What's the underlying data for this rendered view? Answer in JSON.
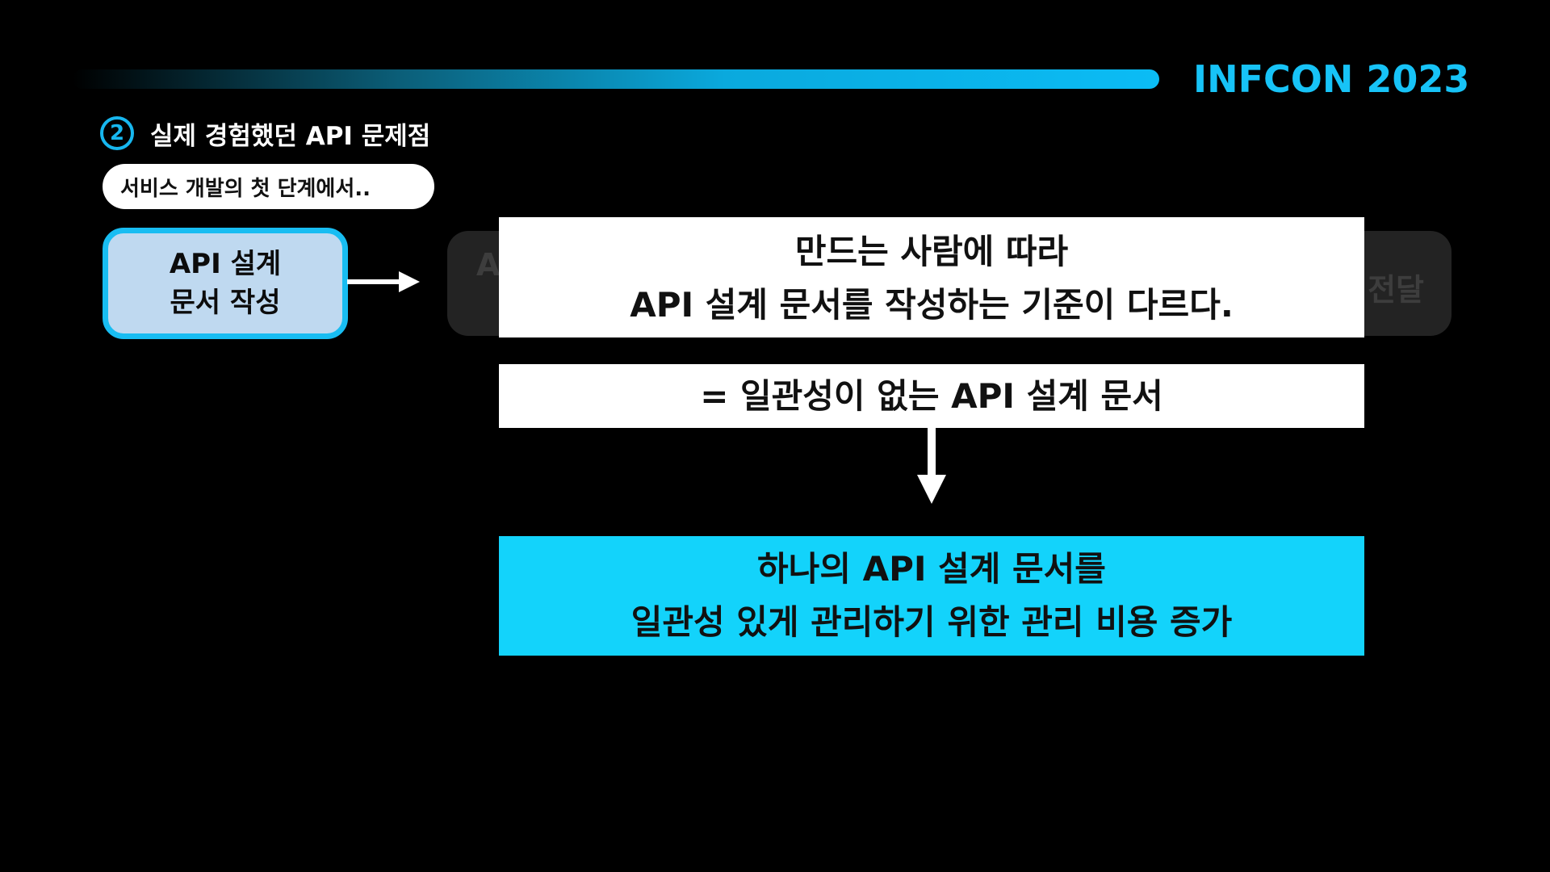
{
  "header": {
    "brand": "INFCON 2023"
  },
  "section": {
    "number": "2",
    "title": "실제 경험했던 API 문제점",
    "subtitle": "서비스 개발의 첫 단계에서.."
  },
  "diagram": {
    "step_box": {
      "line1": "API 설계",
      "line2": "문서 작성"
    },
    "ghost_box": {
      "left_text": "A",
      "right_text": "전달"
    },
    "box1": {
      "line1": "만드는 사람에 따라",
      "line2": "API 설계 문서를 작성하는 기준이 다르다."
    },
    "box2": {
      "line1": "= 일관성이 없는 API 설계 문서"
    },
    "result": {
      "line1": "하나의 API 설계 문서를",
      "line2": "일관성 있게 관리하기 위한 관리 비용 증가"
    }
  },
  "colors": {
    "background": "#000000",
    "accent_cyan": "#13d3fb",
    "brand_blue": "#17c3f7",
    "step_fill": "#bfd9f0",
    "step_border": "#18bdf2"
  }
}
